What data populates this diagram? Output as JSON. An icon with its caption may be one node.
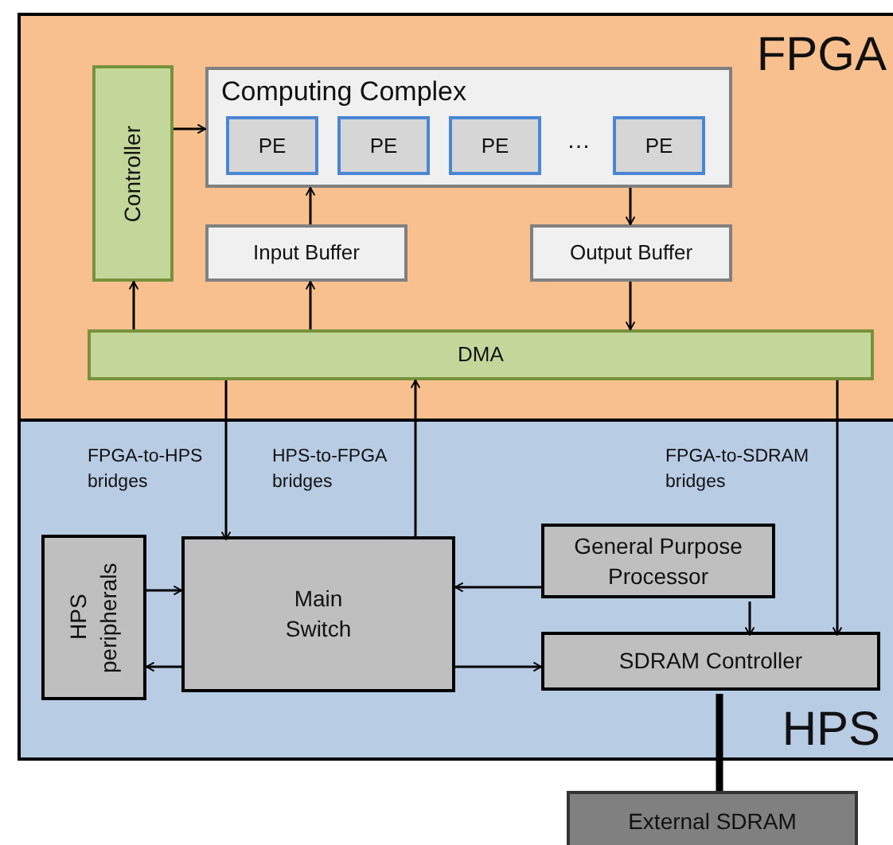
{
  "diagram": {
    "nodes": [
      {
        "text": [
          "FPGA"
        ]
      },
      {
        "text": [
          "Controller"
        ],
        "in": 0
      },
      {
        "text": [
          "Computing Complex"
        ],
        "in": 0
      },
      {
        "text": [
          "PE"
        ],
        "in": 2
      },
      {
        "text": [
          "PE"
        ],
        "in": 2
      },
      {
        "text": [
          "PE"
        ],
        "in": 2
      },
      {
        "text": [
          "PE"
        ],
        "in": 2
      },
      {
        "text": [
          "Input Buffer"
        ],
        "in": 0
      },
      {
        "text": [
          "Output Buffer"
        ],
        "in": 0
      },
      {
        "text": [
          "DMA"
        ],
        "in": 0
      },
      {
        "text": [
          "HPS"
        ]
      },
      {
        "text": [
          "HPS peripherals"
        ],
        "in": 10
      },
      {
        "text": [
          "Main Switch"
        ],
        "in": 10
      },
      {
        "text": [
          "General Purpose Processor"
        ],
        "in": 10
      },
      {
        "text": [
          "SDRAM Controller"
        ],
        "in": 10
      },
      {
        "text": [
          "External SDRAM"
        ]
      }
    ],
    "edges": [
      {
        "from": 1,
        "to": 2,
        "arrow": "to"
      },
      {
        "from": 9,
        "to": 1,
        "arrow": "to"
      },
      {
        "from": 9,
        "to": 7,
        "arrow": "to"
      },
      {
        "from": 7,
        "to": 2,
        "arrow": "to"
      },
      {
        "from": 2,
        "to": 8,
        "arrow": "to"
      },
      {
        "from": 8,
        "to": 9,
        "arrow": "to"
      },
      {
        "from": 9,
        "to": 12,
        "arrow": "to",
        "label": "FPGA-to-HPS bridges"
      },
      {
        "from": 12,
        "to": 9,
        "arrow": "to",
        "label": "HPS-to-FPGA bridges"
      },
      {
        "from": 9,
        "to": 14,
        "arrow": "to",
        "label": "FPGA-to-SDRAM bridges"
      },
      {
        "from": 11,
        "to": 12,
        "arrow": "to"
      },
      {
        "from": 12,
        "to": 11,
        "arrow": "to"
      },
      {
        "from": 13,
        "to": 12,
        "arrow": "to"
      },
      {
        "from": 13,
        "to": 14,
        "arrow": "to"
      },
      {
        "from": 12,
        "to": 14,
        "arrow": "to"
      },
      {
        "from": 14,
        "to": 15,
        "arrow": "none",
        "style": "thick"
      }
    ],
    "labels": [
      "…"
    ]
  }
}
